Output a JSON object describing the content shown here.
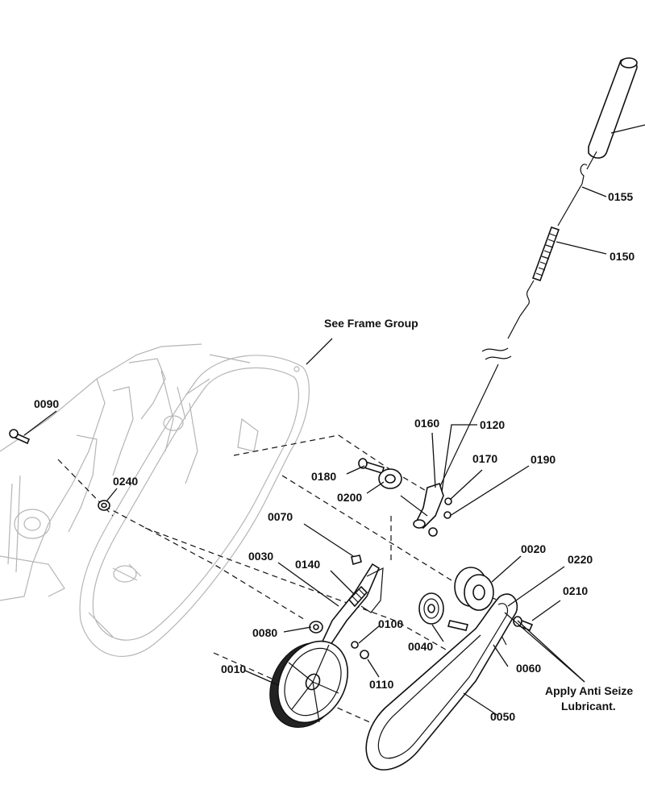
{
  "labels": {
    "frame_group": "See Frame Group",
    "p0155": "0155",
    "p0150": "0150",
    "p0160": "0160",
    "p0120": "0120",
    "p0090": "0090",
    "p0180": "0180",
    "p0170": "0170",
    "p0190": "0190",
    "p0240": "0240",
    "p0200": "0200",
    "p0070": "0070",
    "p0030": "0030",
    "p0140": "0140",
    "p0020": "0020",
    "p0220": "0220",
    "p0210": "0210",
    "p0080": "0080",
    "p0100": "0100",
    "p0040": "0040",
    "p0060": "0060",
    "p0010": "0010",
    "p0110": "0110",
    "p0050": "0050",
    "lube_line1": "Apply Anti Seize",
    "lube_line2": "Lubricant."
  }
}
